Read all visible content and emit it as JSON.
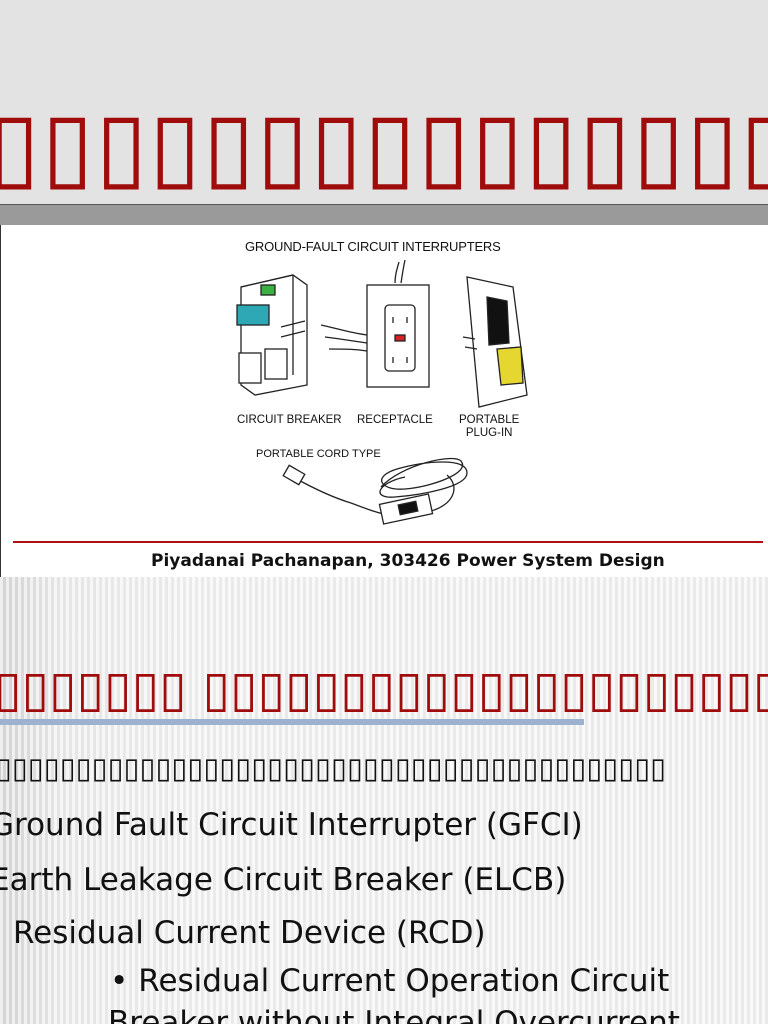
{
  "slide1": {
    "title": "▯▯▯▯▯▯▯▯▯▯▯▯▯▯▯▯▯▯▯",
    "figure": {
      "title": "GROUND-FAULT CIRCUIT INTERRUPTERS",
      "label_circuit_breaker": "CIRCUIT BREAKER",
      "label_receptacle": "RECEPTACLE",
      "label_portable_line1": "PORTABLE",
      "label_portable_line2": "PLUG-IN",
      "label_cord": "PORTABLE CORD TYPE"
    },
    "footer": "Piyadanai Pachanapan, 303426 Power System Design"
  },
  "slide2": {
    "title": "▯▯▯▯▯▯▯ ▯▯▯▯▯▯▯▯▯▯▯▯▯▯▯▯▯▯▯▯▯",
    "intro": "▯▯▯▯▯▯▯▯▯▯▯▯▯▯▯▯▯▯▯▯▯▯▯▯▯▯▯▯▯▯▯▯▯▯▯▯▯▯▯▯▯▯",
    "items": [
      "Ground Fault Circuit Interrupter (GFCI)",
      "Earth Leakage Circuit Breaker (ELCB)",
      "Residual Current Device (RCD)"
    ],
    "sub_bullet": "•",
    "sub_item_line1": "Residual Current Operation Circuit",
    "sub_item_line2": "Breaker without Integral Overcurrent"
  }
}
